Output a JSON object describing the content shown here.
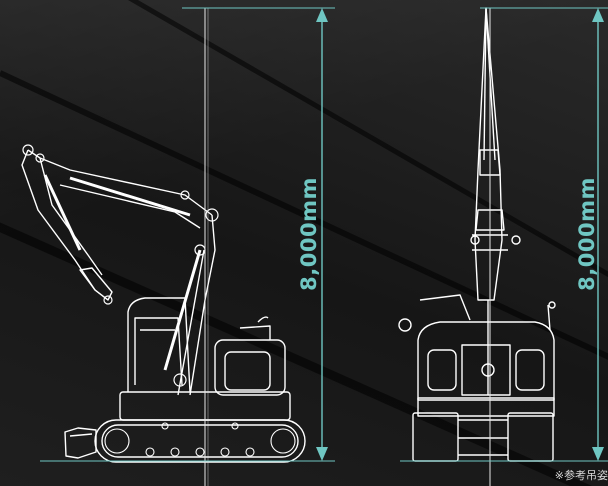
{
  "left_view": {
    "height_label": "8,000mm"
  },
  "right_view": {
    "height_label": "8,000mm"
  },
  "footnote": "※参考吊姿",
  "colors": {
    "dimension": "#6fc6c2",
    "drawing": "#ffffff",
    "background": "#1b1b1b"
  }
}
